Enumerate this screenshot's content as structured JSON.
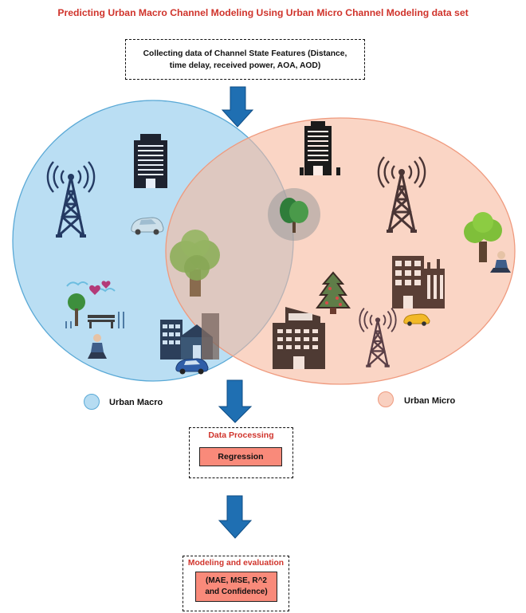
{
  "title": "Predicting Urban Macro Channel Modeling Using Urban Micro Channel Modeling data set",
  "collect_box": {
    "line1": "Collecting data of Channel State Features (Distance,",
    "line2": "time delay, received power, AOA, AOD)"
  },
  "legend": [
    {
      "label": "Urban Macro",
      "color": "#b6dcf2"
    },
    {
      "label": "Urban Micro",
      "color": "#f9d0c0"
    }
  ],
  "processing": {
    "title": "Data Processing",
    "step": "Regression"
  },
  "modeling": {
    "title": "Modeling and evaluation",
    "metrics_line1": "(MAE, MSE, R^2",
    "metrics_line2": "and Confidence)"
  },
  "colors": {
    "macro_fill": "#b6dcf2",
    "macro_stroke": "#5aa9d6",
    "micro_fill": "#f9d0c0",
    "micro_stroke": "#ef9a7e",
    "arrow": "#1f6fb2",
    "accent": "#d0342c",
    "step_fill": "#f98a7a"
  },
  "icons": [
    "cell-tower-icon",
    "office-building-icon",
    "car-icon",
    "tree-icon",
    "park-bench-icon",
    "person-sitting-icon",
    "hotel-icon",
    "taxi-icon",
    "christmas-tree-icon",
    "heart-icon"
  ]
}
